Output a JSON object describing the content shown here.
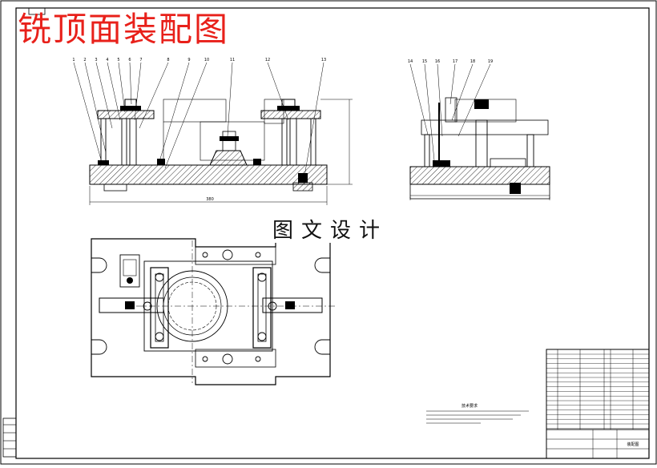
{
  "drawing": {
    "title_red": "铣顶面装配图",
    "watermark": "图文设计",
    "callouts_front": [
      "1",
      "2",
      "3",
      "4",
      "5",
      "6",
      "7",
      "8",
      "9",
      "10",
      "11",
      "12",
      "13"
    ],
    "callouts_side": [
      "14",
      "15",
      "16",
      "17",
      "18",
      "19"
    ],
    "tech_requirements_title": "技术要求",
    "dimension_overall": "380",
    "title_block": {
      "name": "装配图"
    }
  }
}
